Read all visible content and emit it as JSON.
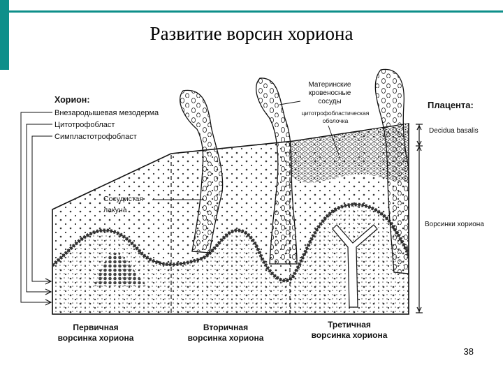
{
  "slide": {
    "title": "Развитие ворсин хориона",
    "page_number": "38",
    "accent_color": "#0e8f8a",
    "rule_color": "#0e8f8a"
  },
  "diagram": {
    "chorion": {
      "header": "Хорион:",
      "layers": [
        "Внезародышевая мезодерма",
        "Цитотрофобласт",
        "Симпластотрофобласт"
      ]
    },
    "lacuna_label": [
      "Сосудистая",
      "лакуна"
    ],
    "maternal_vessels_label": [
      "Материнские",
      "кровеносные",
      "сосуды"
    ],
    "shell_label": [
      "цитотрофобластическая",
      "оболочка"
    ],
    "placenta": {
      "header": "Плацента:",
      "decidua": "Decidua basalis",
      "villi": "Ворсинки хориона"
    },
    "villus_types": {
      "primary": [
        "Первичная",
        "ворсинка хориона"
      ],
      "secondary": [
        "Вторичная",
        "ворсинка хориона"
      ],
      "tertiary": [
        "Третичная",
        "ворсинка хориона"
      ]
    }
  }
}
